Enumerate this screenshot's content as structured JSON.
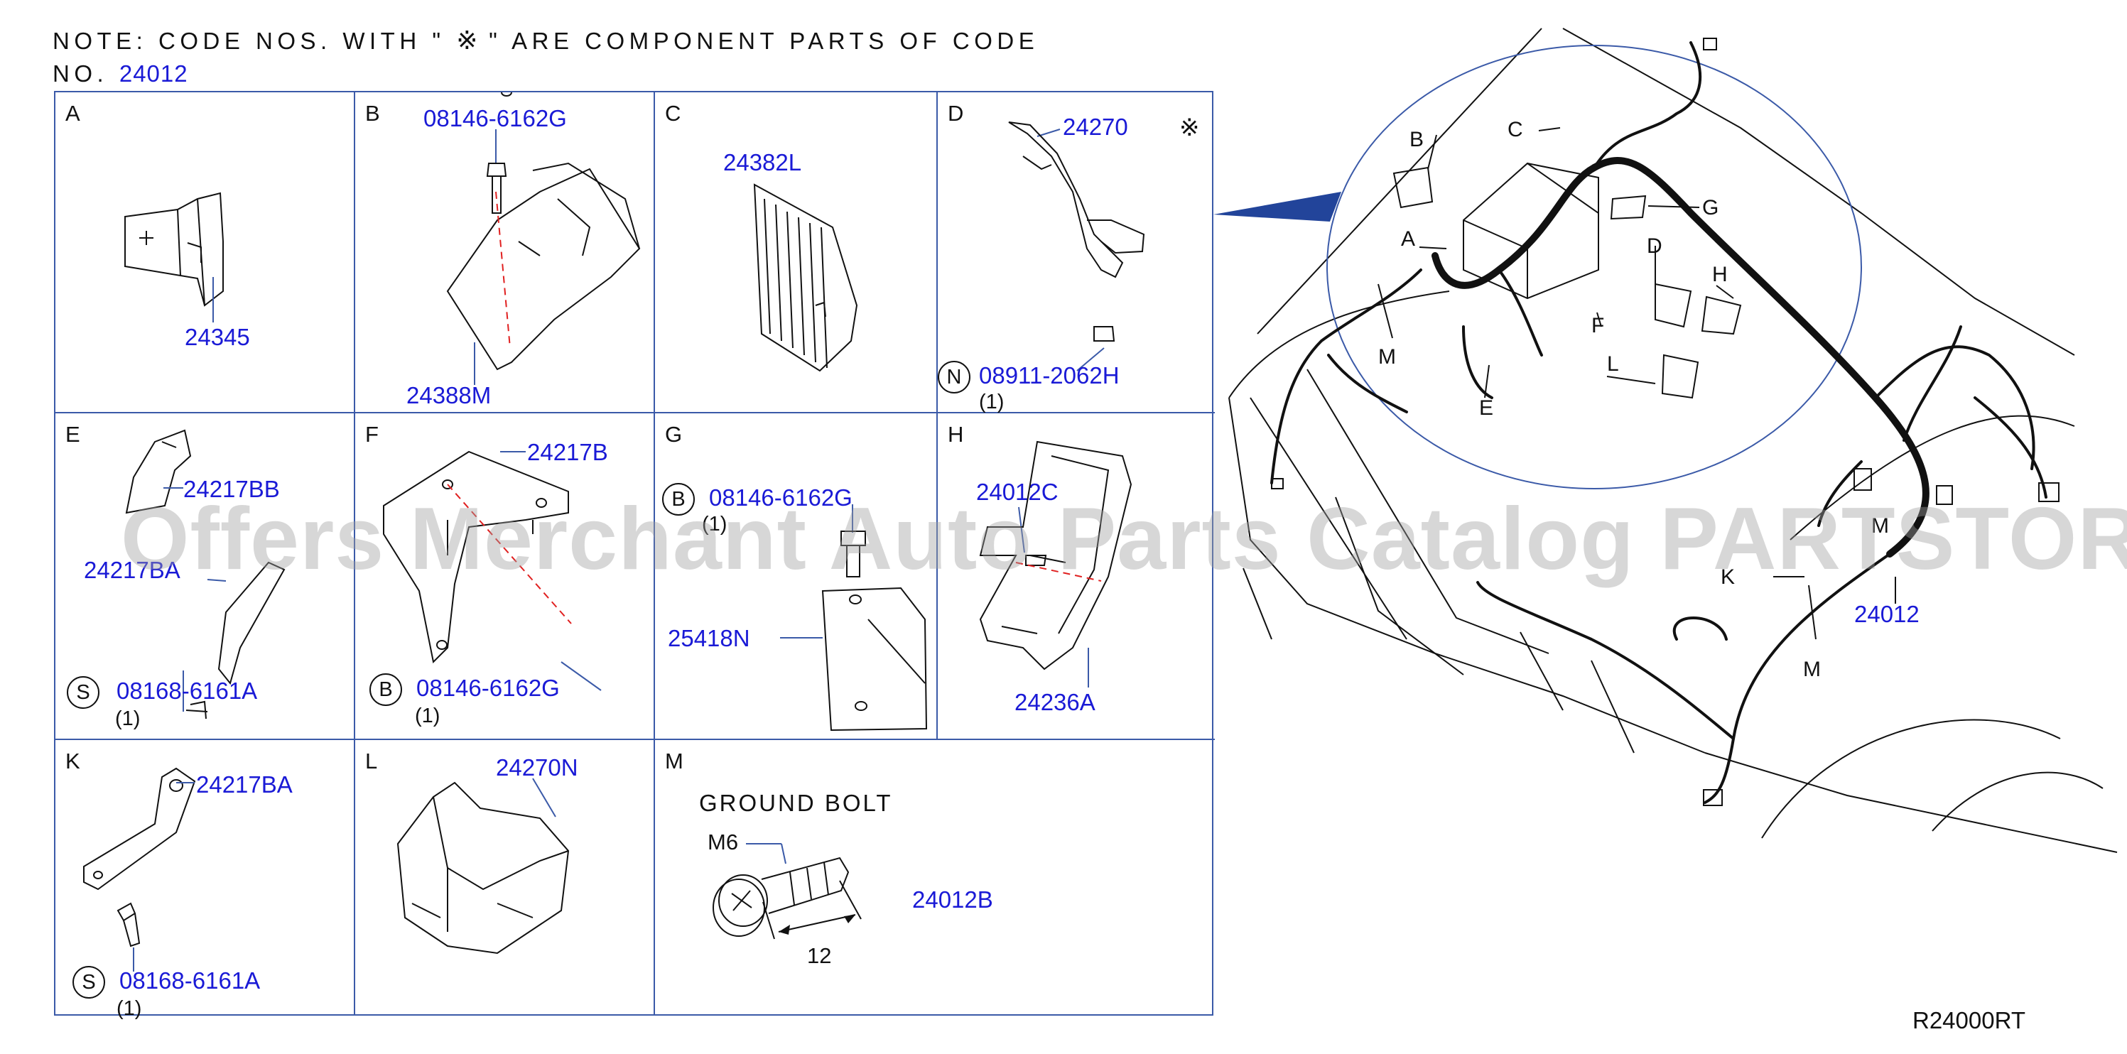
{
  "note": {
    "line1_prefix": "NOTE: CODE NOS. WITH \"",
    "symbol": "※",
    "line1_suffix": "\" ARE COMPONENT PARTS OF CODE",
    "line2_prefix": "NO.",
    "code": "24012"
  },
  "cells": {
    "A": {
      "letter": "A",
      "part": "24345"
    },
    "B": {
      "letter": "B",
      "bolt": "08146-6162G",
      "bracket": "24388M"
    },
    "C": {
      "letter": "C",
      "part": "24382L"
    },
    "D": {
      "letter": "D",
      "part": "24270",
      "symbol": "※",
      "nut_circle": "N",
      "nut": "08911-2062H",
      "nut_qty": "(1)"
    },
    "E": {
      "letter": "E",
      "part1": "24217BB",
      "part2": "24217BA",
      "bolt_circle": "S",
      "bolt": "08168-6161A",
      "bolt_qty": "(1)"
    },
    "F": {
      "letter": "F",
      "part": "24217B",
      "bolt_circle": "B",
      "bolt": "08146-6162G",
      "bolt_qty": "(1)"
    },
    "G": {
      "letter": "G",
      "bolt_circle": "B",
      "bolt": "08146-6162G",
      "bolt_qty": "(1)",
      "part": "25418N"
    },
    "H": {
      "letter": "H",
      "part1": "24012C",
      "part2": "24236A"
    },
    "K": {
      "letter": "K",
      "part": "24217BA",
      "bolt_circle": "S",
      "bolt": "08168-6161A",
      "bolt_qty": "(1)"
    },
    "L": {
      "letter": "L",
      "part": "24270N"
    },
    "M": {
      "letter": "M",
      "title": "GROUND BOLT",
      "size": "M6",
      "length": "12",
      "part": "24012B"
    }
  },
  "overview": {
    "labels": [
      "A",
      "B",
      "C",
      "D",
      "E",
      "F",
      "G",
      "H",
      "K",
      "L",
      "M",
      "M",
      "M"
    ],
    "harness": "24012"
  },
  "watermark": "Offers Merchant Auto Parts Catalog PARTSTORE.SA",
  "diagram_ref": "R24000RT"
}
